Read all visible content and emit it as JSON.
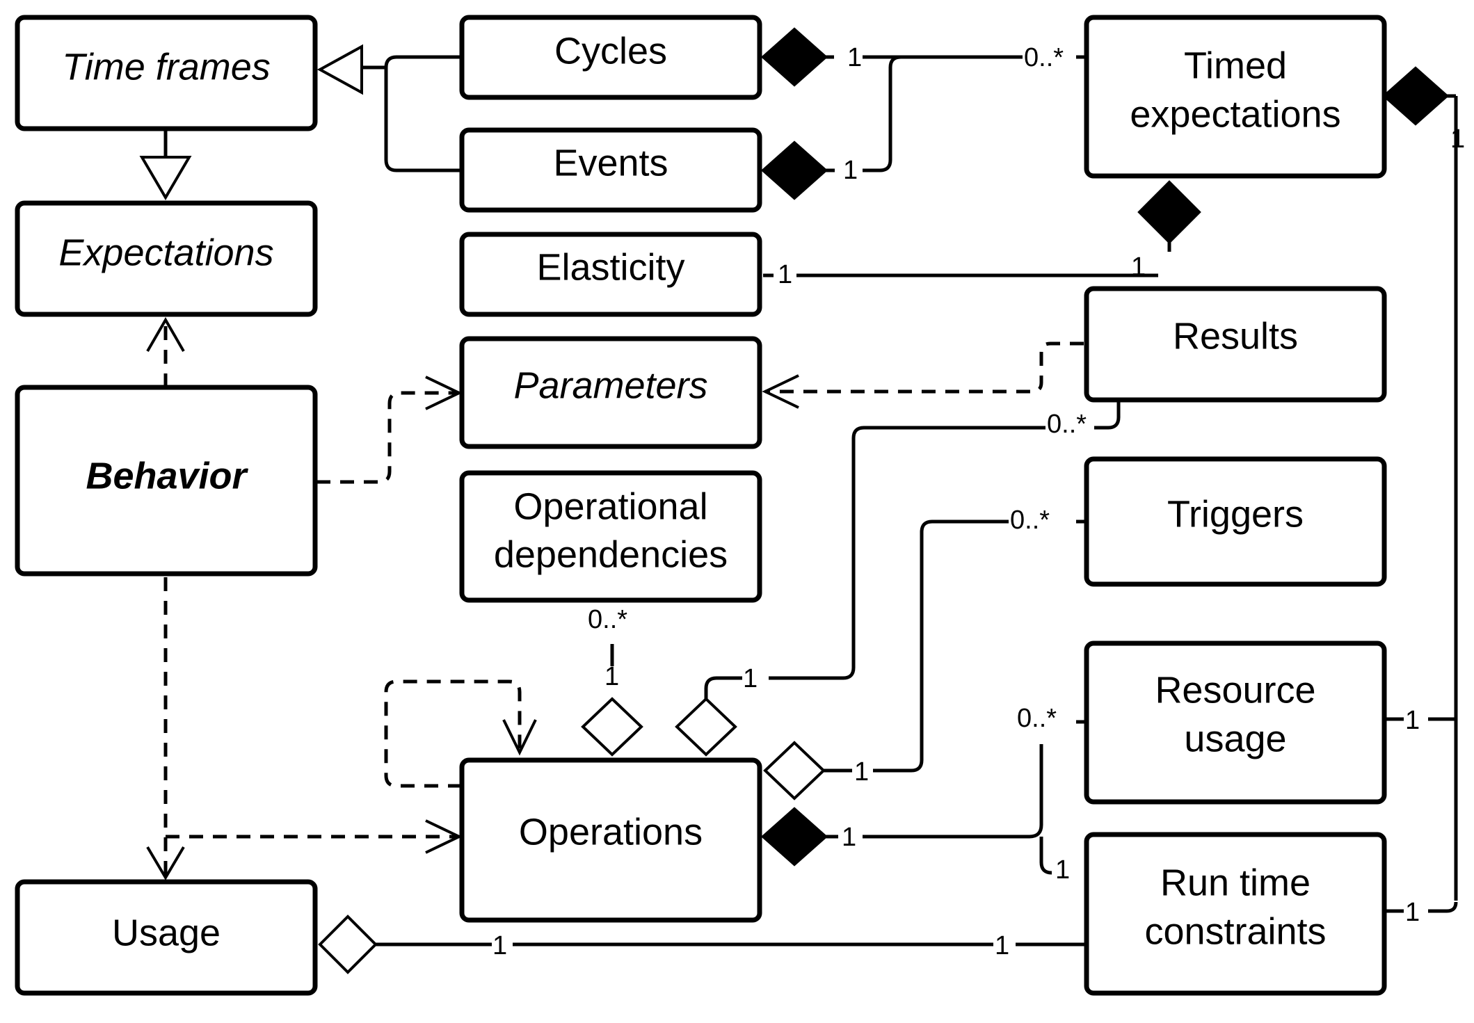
{
  "classes": {
    "time_frames": "Time frames",
    "expectations": "Expectations",
    "behavior": "Behavior",
    "usage": "Usage",
    "cycles": "Cycles",
    "events": "Events",
    "elasticity": "Elasticity",
    "parameters": "Parameters",
    "operational_dependencies": [
      "Operational",
      "dependencies"
    ],
    "operations": "Operations",
    "timed_expectations": [
      "Timed",
      "expectations"
    ],
    "results": "Results",
    "triggers": "Triggers",
    "resource_usage": [
      "Resource",
      "usage"
    ],
    "run_time_constraints": [
      "Run time",
      "constraints"
    ]
  },
  "multiplicities": {
    "cycles_composite": "1",
    "timed_from_cycles": "0..*",
    "events_composite": "1",
    "timed_expectations_composite": "1",
    "elasticity_end": "1",
    "timed_to_elasticity": "1",
    "results_end": "0..*",
    "triggers_end": "0..*",
    "opdeps_end": "0..*",
    "opdeps_ops_end": "1",
    "results_ops_end": "1",
    "triggers_ops_end": "1",
    "resource_usage_end": "0..*",
    "operations_composite": "1",
    "runtime_from_ops": "1",
    "resource_to_timed": "1",
    "runtime_to_timed": "1",
    "usage_end": "1",
    "runtime_to_usage": "1"
  }
}
